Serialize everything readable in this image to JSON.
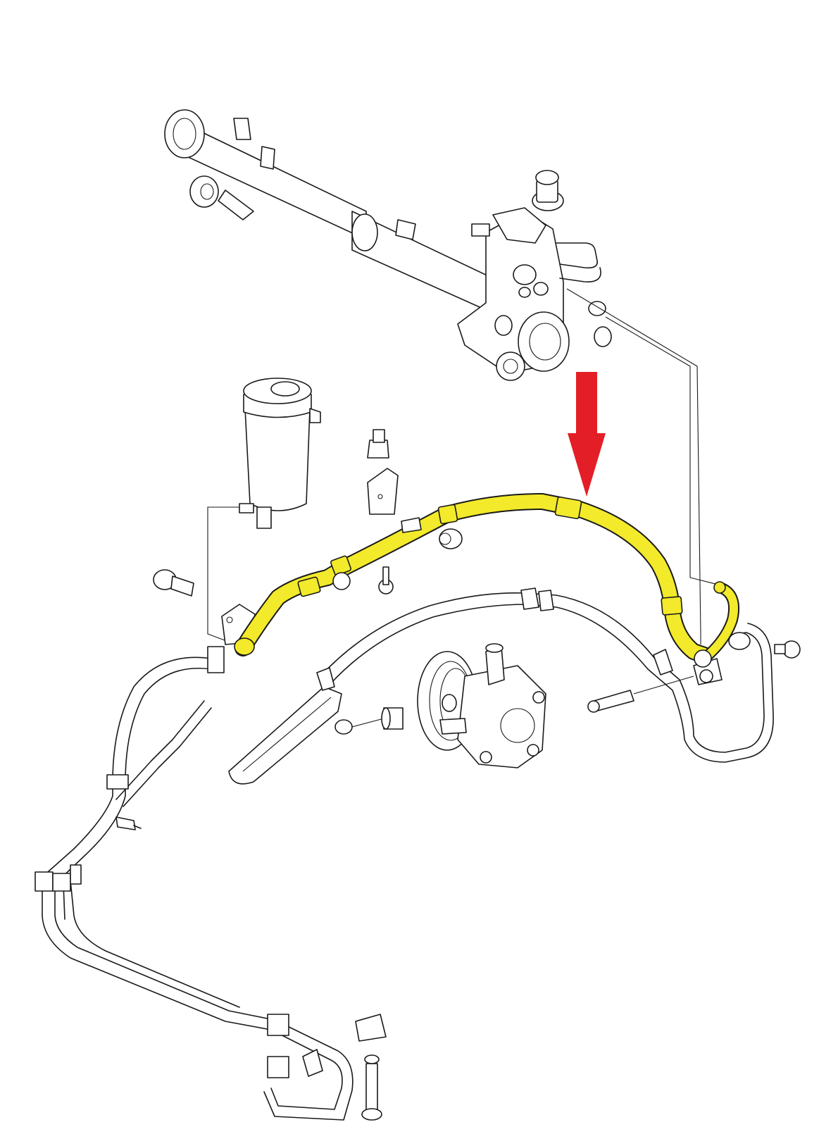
{
  "colors": {
    "highlight": "#f2ea2a",
    "arrow": "#e41e26",
    "line": "#1a1a1a",
    "background": "#ffffff"
  },
  "diagram": {
    "parts": [
      "steering-rack",
      "fluid-reservoir",
      "power-steering-pump",
      "pressure-hose-highlighted",
      "return-hose",
      "cooler-line",
      "bolts-and-clips"
    ],
    "callout": {
      "icon": "down-arrow-icon",
      "target": "pressure-hose-highlighted"
    }
  }
}
